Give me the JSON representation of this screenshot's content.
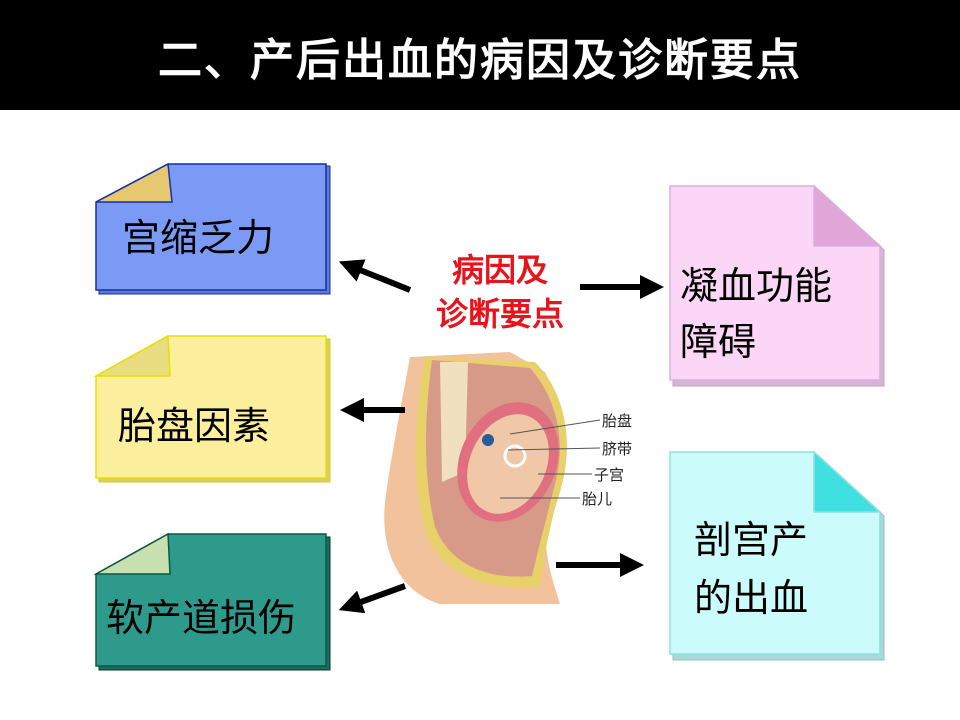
{
  "title": "二、产后出血的病因及诊断要点",
  "center_label": {
    "line1": "病因及",
    "line2": "诊断要点"
  },
  "notes": [
    {
      "text": "宫缩乏力",
      "color": "#7a9af5"
    },
    {
      "text": "胎盘因素",
      "color": "#fbee9c"
    },
    {
      "text": "软产道损伤",
      "color": "#2e9a8c"
    },
    {
      "line1": "凝血功能",
      "line2": "障碍",
      "color": "#fbd6f6"
    },
    {
      "line1": "剖宫产",
      "line2": "的出血",
      "color": "#cbfbfb"
    }
  ],
  "illustration_labels": [
    "胎盘",
    "脐带",
    "子宫",
    "胎儿"
  ]
}
